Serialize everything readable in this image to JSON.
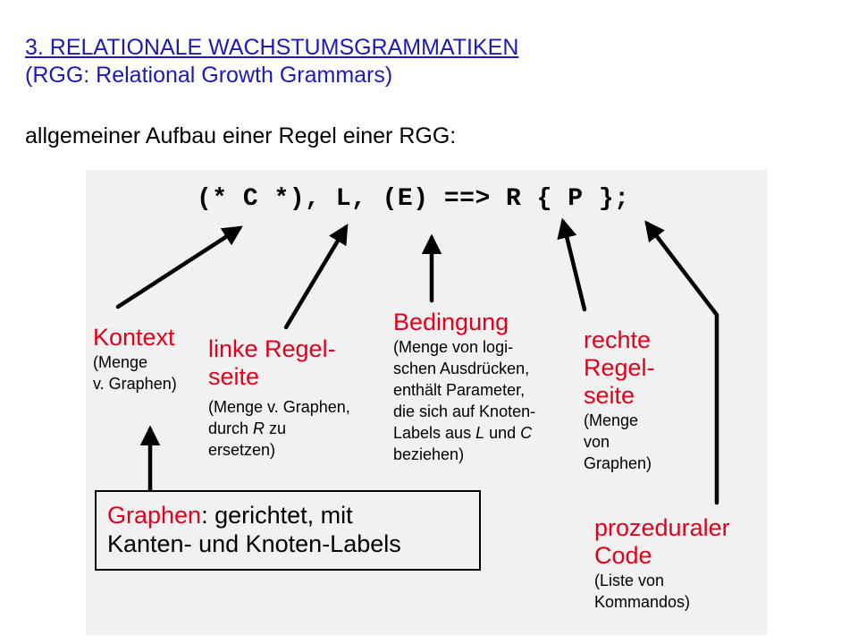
{
  "heading": {
    "line1": "3.  RELATIONALE  WACHSTUMSGRAMMATIKEN",
    "line2": "(RGG: Relational  Growth Grammars)"
  },
  "intro": "allgemeiner Aufbau einer Regel einer RGG:",
  "formula": "(* C *), L, (E) ==> R { P };",
  "labels": {
    "kontext": {
      "title": "Kontext",
      "desc": [
        "(Menge",
        "v. Graphen)"
      ]
    },
    "linke": {
      "title": [
        "linke Regel-",
        "seite"
      ],
      "desc": [
        "(Menge v. Graphen,"
      ],
      "desc_pre": "durch ",
      "desc_r": "R",
      "desc_post": " zu",
      "desc_last": "ersetzen)"
    },
    "bedingung": {
      "title": "Bedingung",
      "desc": [
        "(Menge von logi-",
        "schen Ausdrücken,",
        "enthält Parameter,",
        "die sich auf Knoten-"
      ],
      "desc_pre": "Labels aus ",
      "desc_l": "L",
      "desc_mid": " und ",
      "desc_c": "C",
      "desc_last": "beziehen)"
    },
    "rechte": {
      "title": [
        "rechte",
        "Regel-",
        "seite"
      ],
      "desc": [
        "(Menge",
        "von",
        "Graphen)"
      ]
    },
    "prozedural": {
      "title": [
        "prozeduraler",
        "Code"
      ],
      "desc": [
        "(Liste von",
        "Kommandos)"
      ]
    }
  },
  "graphen": {
    "term": "Graphen",
    "rest1": ": gerichtet, mit",
    "line2": "Kanten- und Knoten-Labels"
  },
  "colors": {
    "heading": "#1d1ab8",
    "accent_red": "#e2001a",
    "panel": "#f1f1f1",
    "text": "#000000"
  }
}
